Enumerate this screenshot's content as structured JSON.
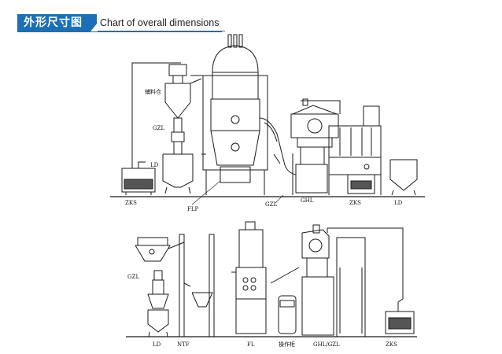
{
  "header": {
    "title_cn": "外形尺寸图",
    "title_en": "Chart of overall dimensions",
    "accent_color": "#1c6fb4"
  },
  "top_layout": {
    "labels": {
      "zks_left": "ZKS",
      "fuliao": "辅料仓",
      "gzl_small": "GZL",
      "ld_small": "LD",
      "flp": "FLP",
      "gzl": "GZL",
      "ghl": "GHL",
      "zks_right": "ZKS",
      "ld_right": "LD"
    }
  },
  "bottom_layout": {
    "labels": {
      "gzl": "GZL",
      "ld": "LD",
      "ntf": "NTF",
      "fl": "FL",
      "console": "操作柜",
      "ghl_gzl": "GHL/GZL",
      "zks": "ZKS"
    }
  }
}
